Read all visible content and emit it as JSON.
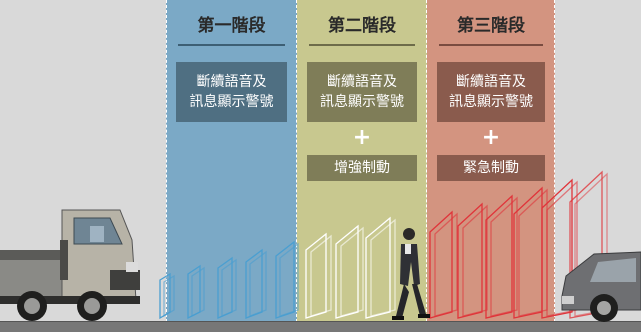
{
  "stages": [
    {
      "title": "第一階段",
      "warning_line1": "斷續語音及",
      "warning_line2": "訊息顯示警號",
      "brake": ""
    },
    {
      "title": "第二階段",
      "warning_line1": "斷續語音及",
      "warning_line2": "訊息顯示警號",
      "plus": "+",
      "brake": "增強制動"
    },
    {
      "title": "第三階段",
      "warning_line1": "斷續語音及",
      "warning_line2": "訊息顯示警號",
      "plus": "+",
      "brake": "緊急制動"
    }
  ],
  "colors": {
    "stage1": "#7ba9c6",
    "stage2": "#c8c88f",
    "stage3": "#d39480",
    "box1": "#4f6f82",
    "box2": "#7f7d58",
    "box3": "#8a5b4d",
    "waves_blue": "#4a9fd1",
    "waves_grey": "#ffffff",
    "waves_red": "#e0343a"
  }
}
